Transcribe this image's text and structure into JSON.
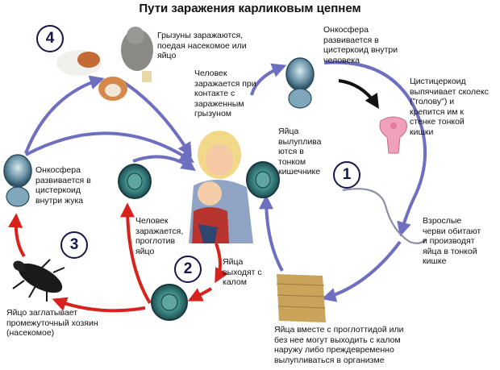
{
  "title": "Пути заражения карликовым цепнем",
  "steps": [
    "1",
    "2",
    "3",
    "4"
  ],
  "labels": {
    "rodents": "Грызуны заражаются,\nпоедая насекомое или\nяйцо",
    "oncosphere_human": "Онкосфера\nразвивается в\nцистеркоид внутри\nчеловека",
    "human_rodent": "Человек\nзаражается при\nконтакте с\nзараженным\nгрызуном",
    "cysticercoid": "Цистицеркоид\nвыпячивает сколекс\n(\"голову\") и\nкрепится им к\nстенке тонкой\nкишки",
    "eggs_hatch": "Яйца\nвылуплива\nются в\nтонком\nкишечнике",
    "oncosphere_beetle": "Онкосфера\nразвивается в\nцистеркоид\nвнутри жука",
    "human_egg": "Человек\nзаражается,\nпроглотив\nяйцо",
    "adult_worms": "Взрослые\nчерви обитают\nи производят\nяйца в тонкой\nкишке",
    "eggs_out": "Яйца\nвыходят с\nкалом",
    "insect": "Яйцо заглатывает\nпромежуточный хозяин\n(насекомое)",
    "eggs_proglottid": "Яйца вместе с проглоттидой или\nбез нее могут выходить с калом\nнаружу либо преждевременно\nвылупливаться в организме"
  },
  "colors": {
    "blue_arrow": "#6f6fc2",
    "red_arrow": "#d8231c",
    "black_arrow": "#111111",
    "step_badge": "#16164a"
  }
}
